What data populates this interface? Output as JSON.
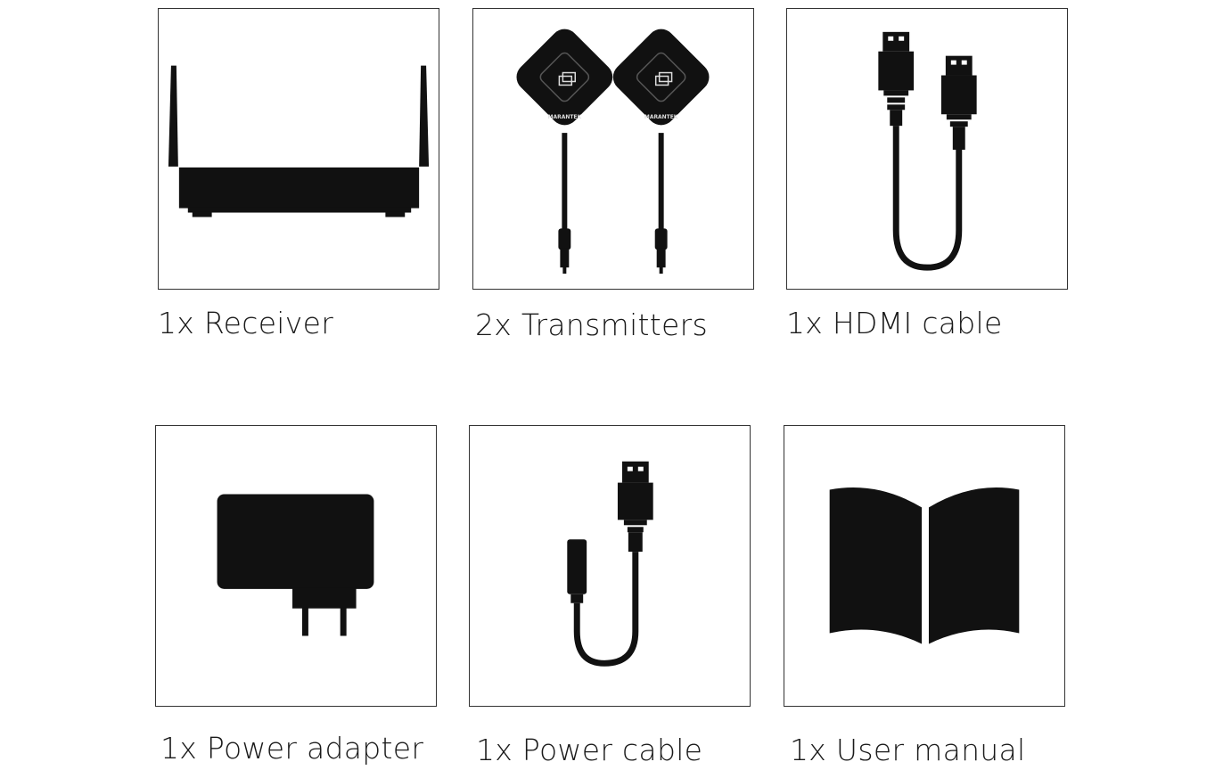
{
  "items": [
    {
      "label": "1x Receiver",
      "icon": "receiver-icon"
    },
    {
      "label": "2x Transmitters",
      "icon": "transmitters-icon",
      "brand_text": "MARANTEK"
    },
    {
      "label": "1x HDMI cable",
      "icon": "hdmi-cable-icon"
    },
    {
      "label": "1x Power adapter",
      "icon": "power-adapter-icon"
    },
    {
      "label": "1x Power cable",
      "icon": "power-cable-icon"
    },
    {
      "label": "1x User manual",
      "icon": "user-manual-icon"
    }
  ],
  "colors": {
    "icon_fill": "#111111",
    "border": "#333333"
  }
}
